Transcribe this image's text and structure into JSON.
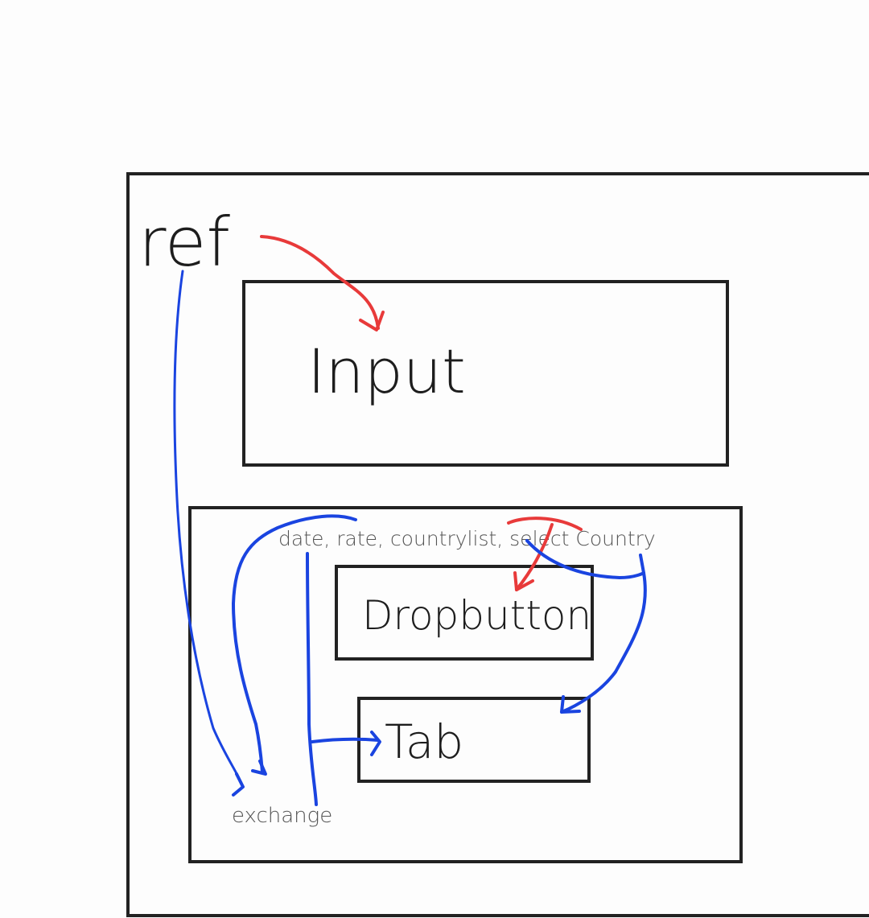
{
  "labels": {
    "ref": "ref",
    "input": "Input",
    "dropbutton": "Dropbutton",
    "tab": "Tab",
    "props": "date, rate, countrylist, select Country",
    "exchange": "exchange"
  },
  "colors": {
    "box_stroke": "#222222",
    "blue_arrow": "#1a44e0",
    "red_arrow": "#e83a3a"
  }
}
